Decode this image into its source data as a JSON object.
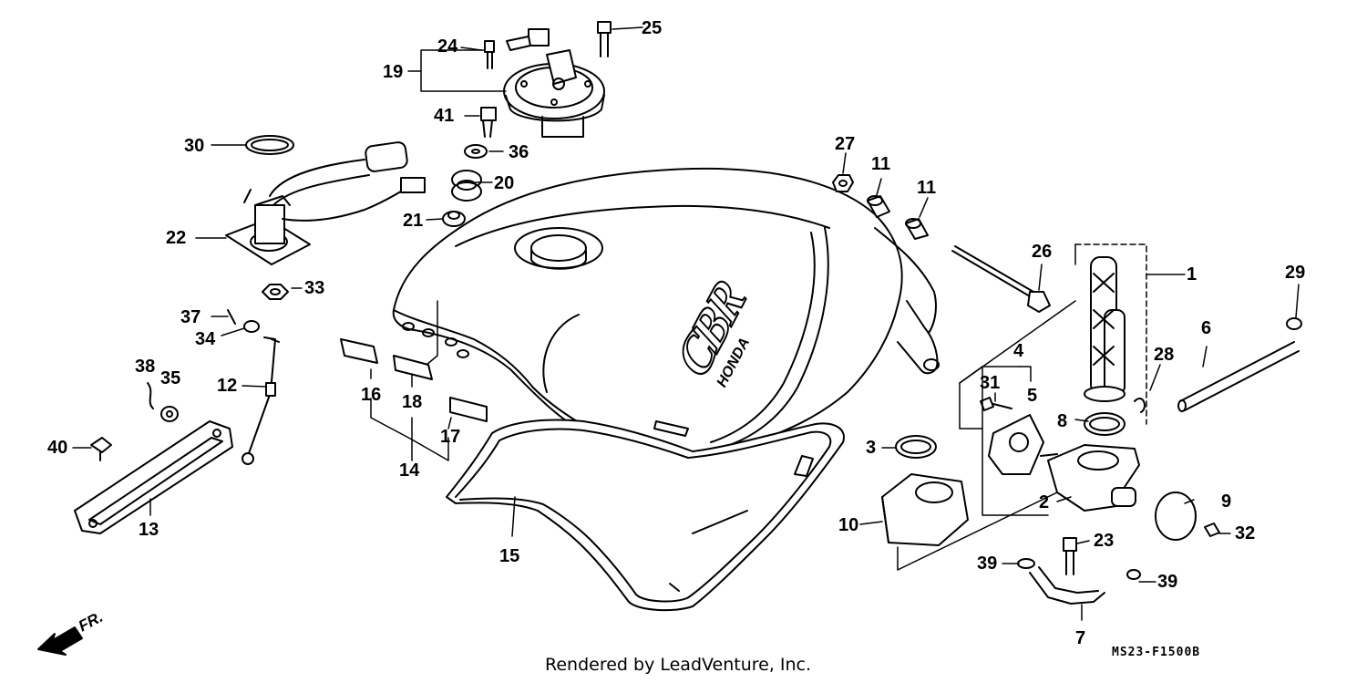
{
  "parts": [
    {
      "id": "p1",
      "text": "1"
    },
    {
      "id": "p2",
      "text": "2"
    },
    {
      "id": "p3",
      "text": "3"
    },
    {
      "id": "p4",
      "text": "4"
    },
    {
      "id": "p5",
      "text": "5"
    },
    {
      "id": "p6",
      "text": "6"
    },
    {
      "id": "p7",
      "text": "7"
    },
    {
      "id": "p8",
      "text": "8"
    },
    {
      "id": "p9",
      "text": "9"
    },
    {
      "id": "p10",
      "text": "10"
    },
    {
      "id": "p11a",
      "text": "11"
    },
    {
      "id": "p11b",
      "text": "11"
    },
    {
      "id": "p12",
      "text": "12"
    },
    {
      "id": "p13",
      "text": "13"
    },
    {
      "id": "p14",
      "text": "14"
    },
    {
      "id": "p15",
      "text": "15"
    },
    {
      "id": "p16",
      "text": "16"
    },
    {
      "id": "p17",
      "text": "17"
    },
    {
      "id": "p18",
      "text": "18"
    },
    {
      "id": "p19",
      "text": "19"
    },
    {
      "id": "p20",
      "text": "20"
    },
    {
      "id": "p21",
      "text": "21"
    },
    {
      "id": "p22",
      "text": "22"
    },
    {
      "id": "p23",
      "text": "23"
    },
    {
      "id": "p24",
      "text": "24"
    },
    {
      "id": "p25",
      "text": "25"
    },
    {
      "id": "p26",
      "text": "26"
    },
    {
      "id": "p27",
      "text": "27"
    },
    {
      "id": "p28",
      "text": "28"
    },
    {
      "id": "p29",
      "text": "29"
    },
    {
      "id": "p30",
      "text": "30"
    },
    {
      "id": "p31",
      "text": "31"
    },
    {
      "id": "p32",
      "text": "32"
    },
    {
      "id": "p33",
      "text": "33"
    },
    {
      "id": "p34",
      "text": "34"
    },
    {
      "id": "p35",
      "text": "35"
    },
    {
      "id": "p36",
      "text": "36"
    },
    {
      "id": "p37",
      "text": "37"
    },
    {
      "id": "p38",
      "text": "38"
    },
    {
      "id": "p39a",
      "text": "39"
    },
    {
      "id": "p39b",
      "text": "39"
    },
    {
      "id": "p40",
      "text": "40"
    },
    {
      "id": "p41",
      "text": "41"
    }
  ],
  "tank_logo": "CBR",
  "tank_brand": "HONDA",
  "front_indicator": "FR.",
  "diagram_code": "MS23-F1500B",
  "credit": "Rendered by LeadVenture, Inc."
}
